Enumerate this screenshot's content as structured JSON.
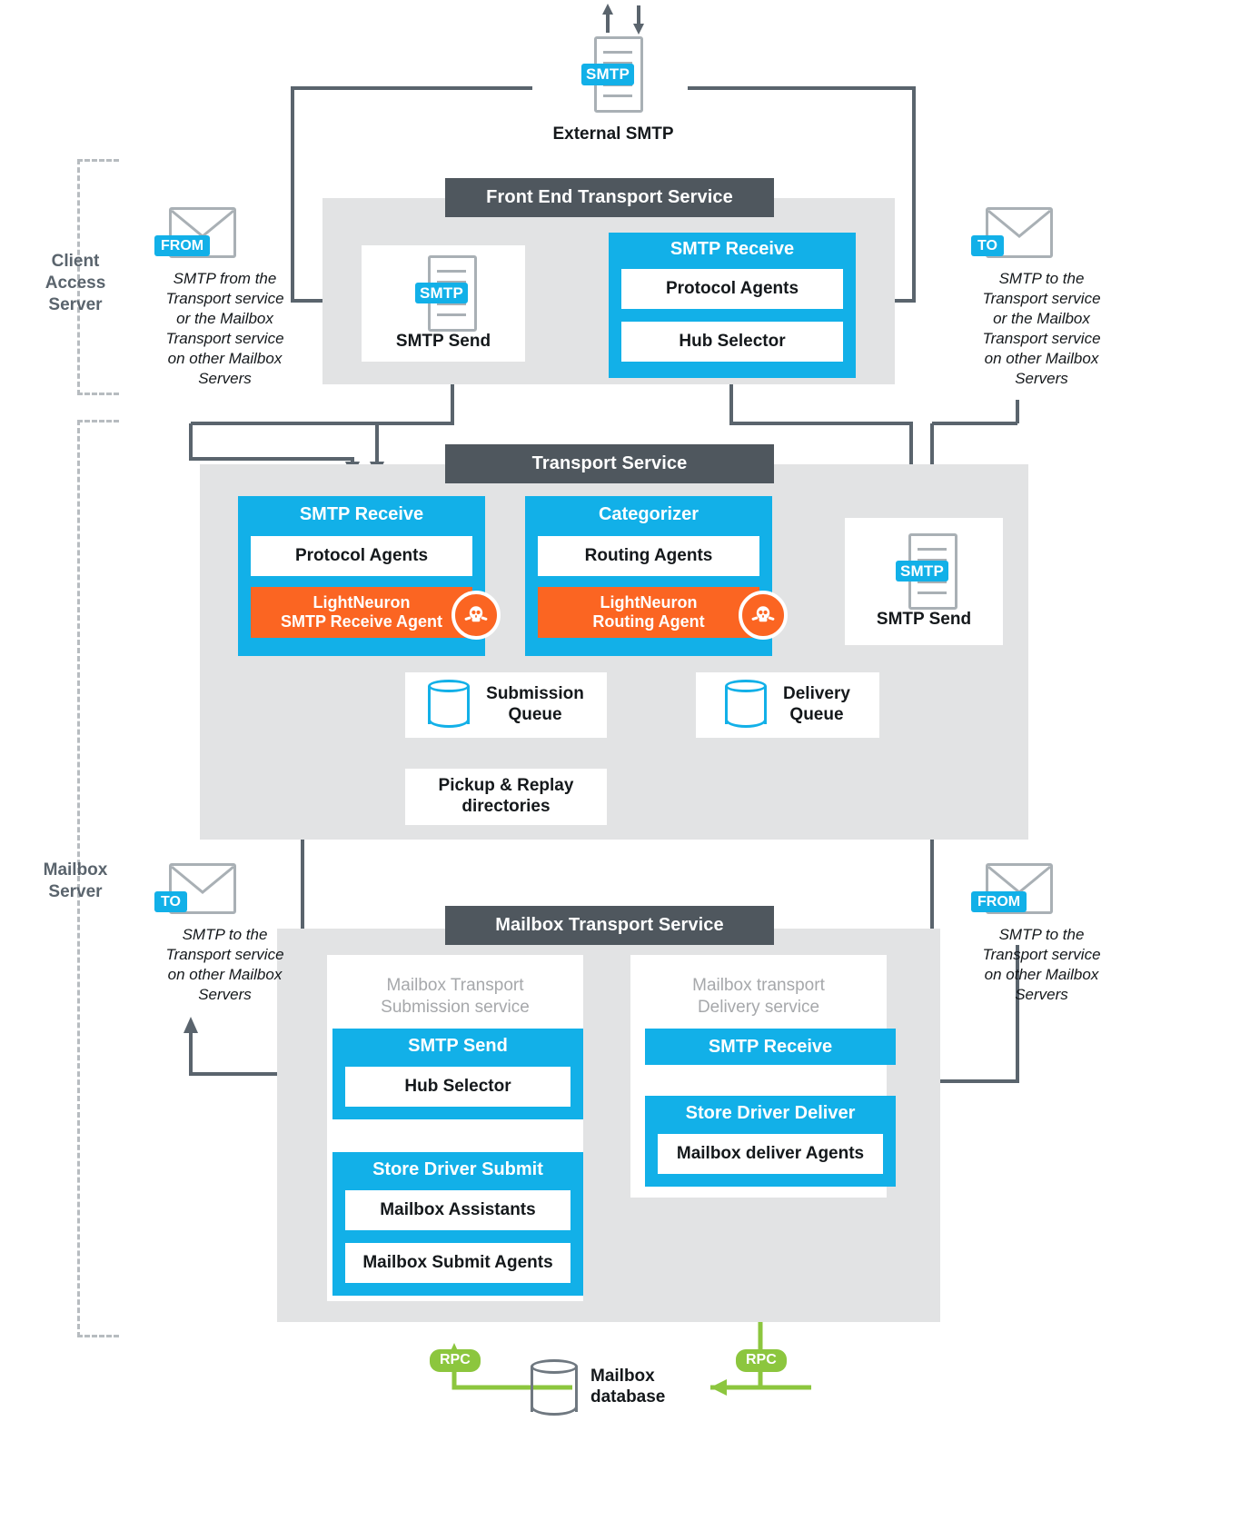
{
  "diagram": {
    "title": "Exchange transport pipeline with LightNeuron agents",
    "colors": {
      "cyan": "#12b0e8",
      "orange": "#fb6522",
      "slate": "#4f575e",
      "band": "#e2e3e4",
      "green": "#8cc63e",
      "grey_text": "#a6a8ab"
    }
  },
  "external": {
    "icon": "smtp-document-icon",
    "tag": "SMTP",
    "label": "External SMTP",
    "arrows": "↑ ↓"
  },
  "regions": {
    "client_access": "Client\nAccess\nServer",
    "client_access_lines": [
      "Client",
      "Access",
      "Server"
    ],
    "mailbox_server_lines": [
      "Mailbox",
      "Server"
    ]
  },
  "captions": {
    "top_left": {
      "envelope_tag": "FROM",
      "text": "SMTP from the Transport service or the Mailbox Transport service on other Mailbox Servers",
      "lines": [
        "SMTP from the",
        "Transport service",
        "or the Mailbox",
        "Transport service",
        "on other Mailbox",
        "Servers"
      ]
    },
    "top_right": {
      "envelope_tag": "TO",
      "text": "SMTP to the Transport service or the Mailbox Transport service on other Mailbox Servers",
      "lines": [
        "SMTP to the",
        "Transport service",
        "or the Mailbox",
        "Transport service",
        "on other Mailbox",
        "Servers"
      ]
    },
    "bottom_left": {
      "envelope_tag": "TO",
      "text": "SMTP to the Transport service on other Mailbox Servers",
      "lines": [
        "SMTP to the",
        "Transport service",
        "on other Mailbox",
        "Servers"
      ]
    },
    "bottom_right": {
      "envelope_tag": "FROM",
      "text": "SMTP to the Transport service on other Mailbox Servers",
      "lines": [
        "SMTP to the",
        "Transport service",
        "on other Mailbox",
        "Servers"
      ]
    }
  },
  "front_end": {
    "title": "Front End Transport Service",
    "smtp_send": {
      "tag": "SMTP",
      "label": "SMTP Send"
    },
    "smtp_receive": {
      "header": "SMTP Receive",
      "items": [
        "Protocol Agents",
        "Hub Selector"
      ]
    }
  },
  "transport": {
    "title": "Transport Service",
    "smtp_receive": {
      "header": "SMTP Receive",
      "item": "Protocol Agents",
      "agent": {
        "line1": "LightNeuron",
        "line2": "SMTP Receive Agent",
        "badge": "skull-icon"
      }
    },
    "categorizer": {
      "header": "Categorizer",
      "item": "Routing Agents",
      "agent": {
        "line1": "LightNeuron",
        "line2": "Routing Agent",
        "badge": "skull-icon"
      }
    },
    "submission_queue": {
      "line1": "Submission",
      "line2": "Queue",
      "icon": "database-cylinder-icon"
    },
    "delivery_queue": {
      "line1": "Delivery",
      "line2": "Queue",
      "icon": "database-cylinder-icon"
    },
    "pickup_replay": {
      "line1": "Pickup & Replay",
      "line2": "directories"
    },
    "smtp_send": {
      "tag": "SMTP",
      "label": "SMTP Send"
    }
  },
  "mailbox_transport": {
    "title": "Mailbox Transport Service",
    "submission": {
      "sub_label_lines": [
        "Mailbox Transport",
        "Submission service"
      ],
      "smtp_send": {
        "header": "SMTP Send",
        "item": "Hub Selector"
      },
      "store_driver": {
        "header": "Store Driver Submit",
        "items": [
          "Mailbox Assistants",
          "Mailbox Submit Agents"
        ]
      }
    },
    "delivery": {
      "sub_label_lines": [
        "Mailbox transport",
        "Delivery service"
      ],
      "smtp_receive": {
        "header": "SMTP Receive"
      },
      "store_driver": {
        "header": "Store Driver Deliver",
        "item": "Mailbox deliver Agents"
      }
    }
  },
  "mailbox_db": {
    "icon": "database-cylinder-icon",
    "label_lines": [
      "Mailbox",
      "database"
    ],
    "rpc_left": "RPC",
    "rpc_right": "RPC"
  }
}
